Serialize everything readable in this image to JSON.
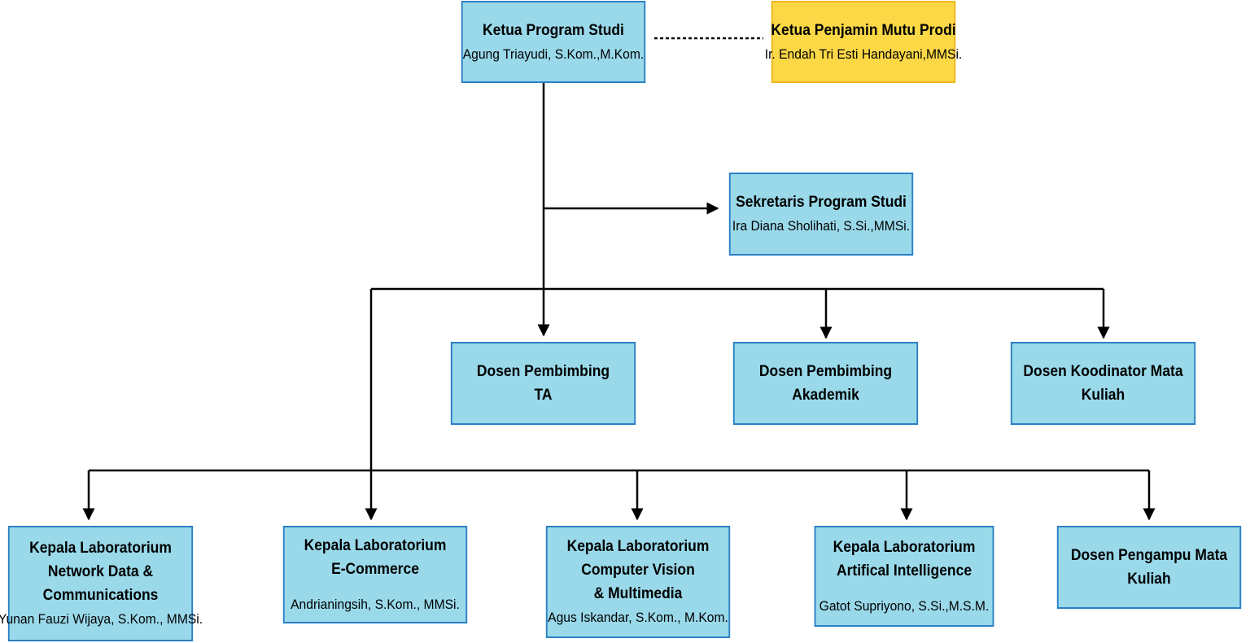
{
  "colors": {
    "box_fill": "#99d9ea",
    "box_border": "#2b7fc4",
    "qa_fill": "#fcd846",
    "qa_border": "#f0b51e",
    "line": "#000000"
  },
  "nodes": {
    "ketua": {
      "title": "Ketua Program Studi",
      "name": "Agung Triayudi, S.Kom.,M.Kom."
    },
    "penjamin_mutu": {
      "title": "Ketua Penjamin Mutu Prodi",
      "name": "Ir. Endah Tri Esti Handayani,MMSi."
    },
    "sekretaris": {
      "title": "Sekretaris Program Studi",
      "name": "Ira Diana Sholihati, S.Si.,MMSi."
    },
    "dosen_ta": {
      "title_lines": [
        "Dosen Pembimbing",
        "TA"
      ]
    },
    "dosen_akademik": {
      "title_lines": [
        "Dosen Pembimbing",
        "Akademik"
      ]
    },
    "dosen_koordinator": {
      "title_lines": [
        "Dosen Koodinator Mata",
        "Kuliah"
      ]
    },
    "lab_network": {
      "title_lines": [
        "Kepala Laboratorium",
        "Network Data &",
        "Communications"
      ],
      "name": "Yunan Fauzi Wijaya, S.Kom., MMSi."
    },
    "lab_ecommerce": {
      "title_lines": [
        "Kepala Laboratorium",
        "E-Commerce"
      ],
      "name": "Andrianingsih, S.Kom., MMSi."
    },
    "lab_cv": {
      "title_lines": [
        "Kepala Laboratorium",
        "Computer Vision",
        "& Multimedia"
      ],
      "name": "Agus Iskandar, S.Kom., M.Kom."
    },
    "lab_ai": {
      "title_lines": [
        "Kepala Laboratorium",
        "Artifical Intelligence"
      ],
      "name": "Gatot Supriyono, S.Si.,M.S.M."
    },
    "dosen_pengampu": {
      "title_lines": [
        "Dosen Pengampu Mata",
        "Kuliah"
      ]
    }
  }
}
